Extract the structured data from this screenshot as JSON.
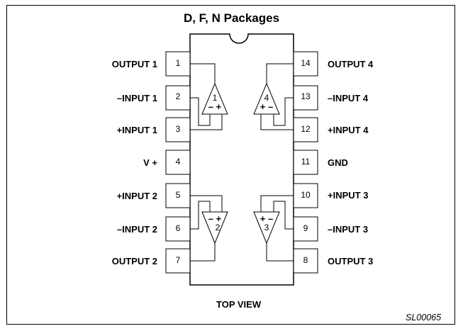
{
  "title": "D, F, N Packages",
  "view_label": "TOP VIEW",
  "drawing_code": "SL00065",
  "pins_left": [
    {
      "number": "1",
      "name": "OUTPUT 1"
    },
    {
      "number": "2",
      "name": "–INPUT 1"
    },
    {
      "number": "3",
      "name": "+INPUT 1"
    },
    {
      "number": "4",
      "name": "V +"
    },
    {
      "number": "5",
      "name": "+INPUT 2"
    },
    {
      "number": "6",
      "name": "–INPUT 2"
    },
    {
      "number": "7",
      "name": "OUTPUT 2"
    }
  ],
  "pins_right": [
    {
      "number": "14",
      "name": "OUTPUT 4"
    },
    {
      "number": "13",
      "name": "–INPUT 4"
    },
    {
      "number": "12",
      "name": "+INPUT 4"
    },
    {
      "number": "11",
      "name": "GND"
    },
    {
      "number": "10",
      "name": "+INPUT 3"
    },
    {
      "number": "9",
      "name": "–INPUT 3"
    },
    {
      "number": "8",
      "name": "OUTPUT 3"
    }
  ],
  "amplifiers": [
    {
      "number": "1",
      "inputs": "– +"
    },
    {
      "number": "2",
      "inputs": "– +"
    },
    {
      "number": "3",
      "inputs": "+ –"
    },
    {
      "number": "4",
      "inputs": "+ –"
    }
  ]
}
